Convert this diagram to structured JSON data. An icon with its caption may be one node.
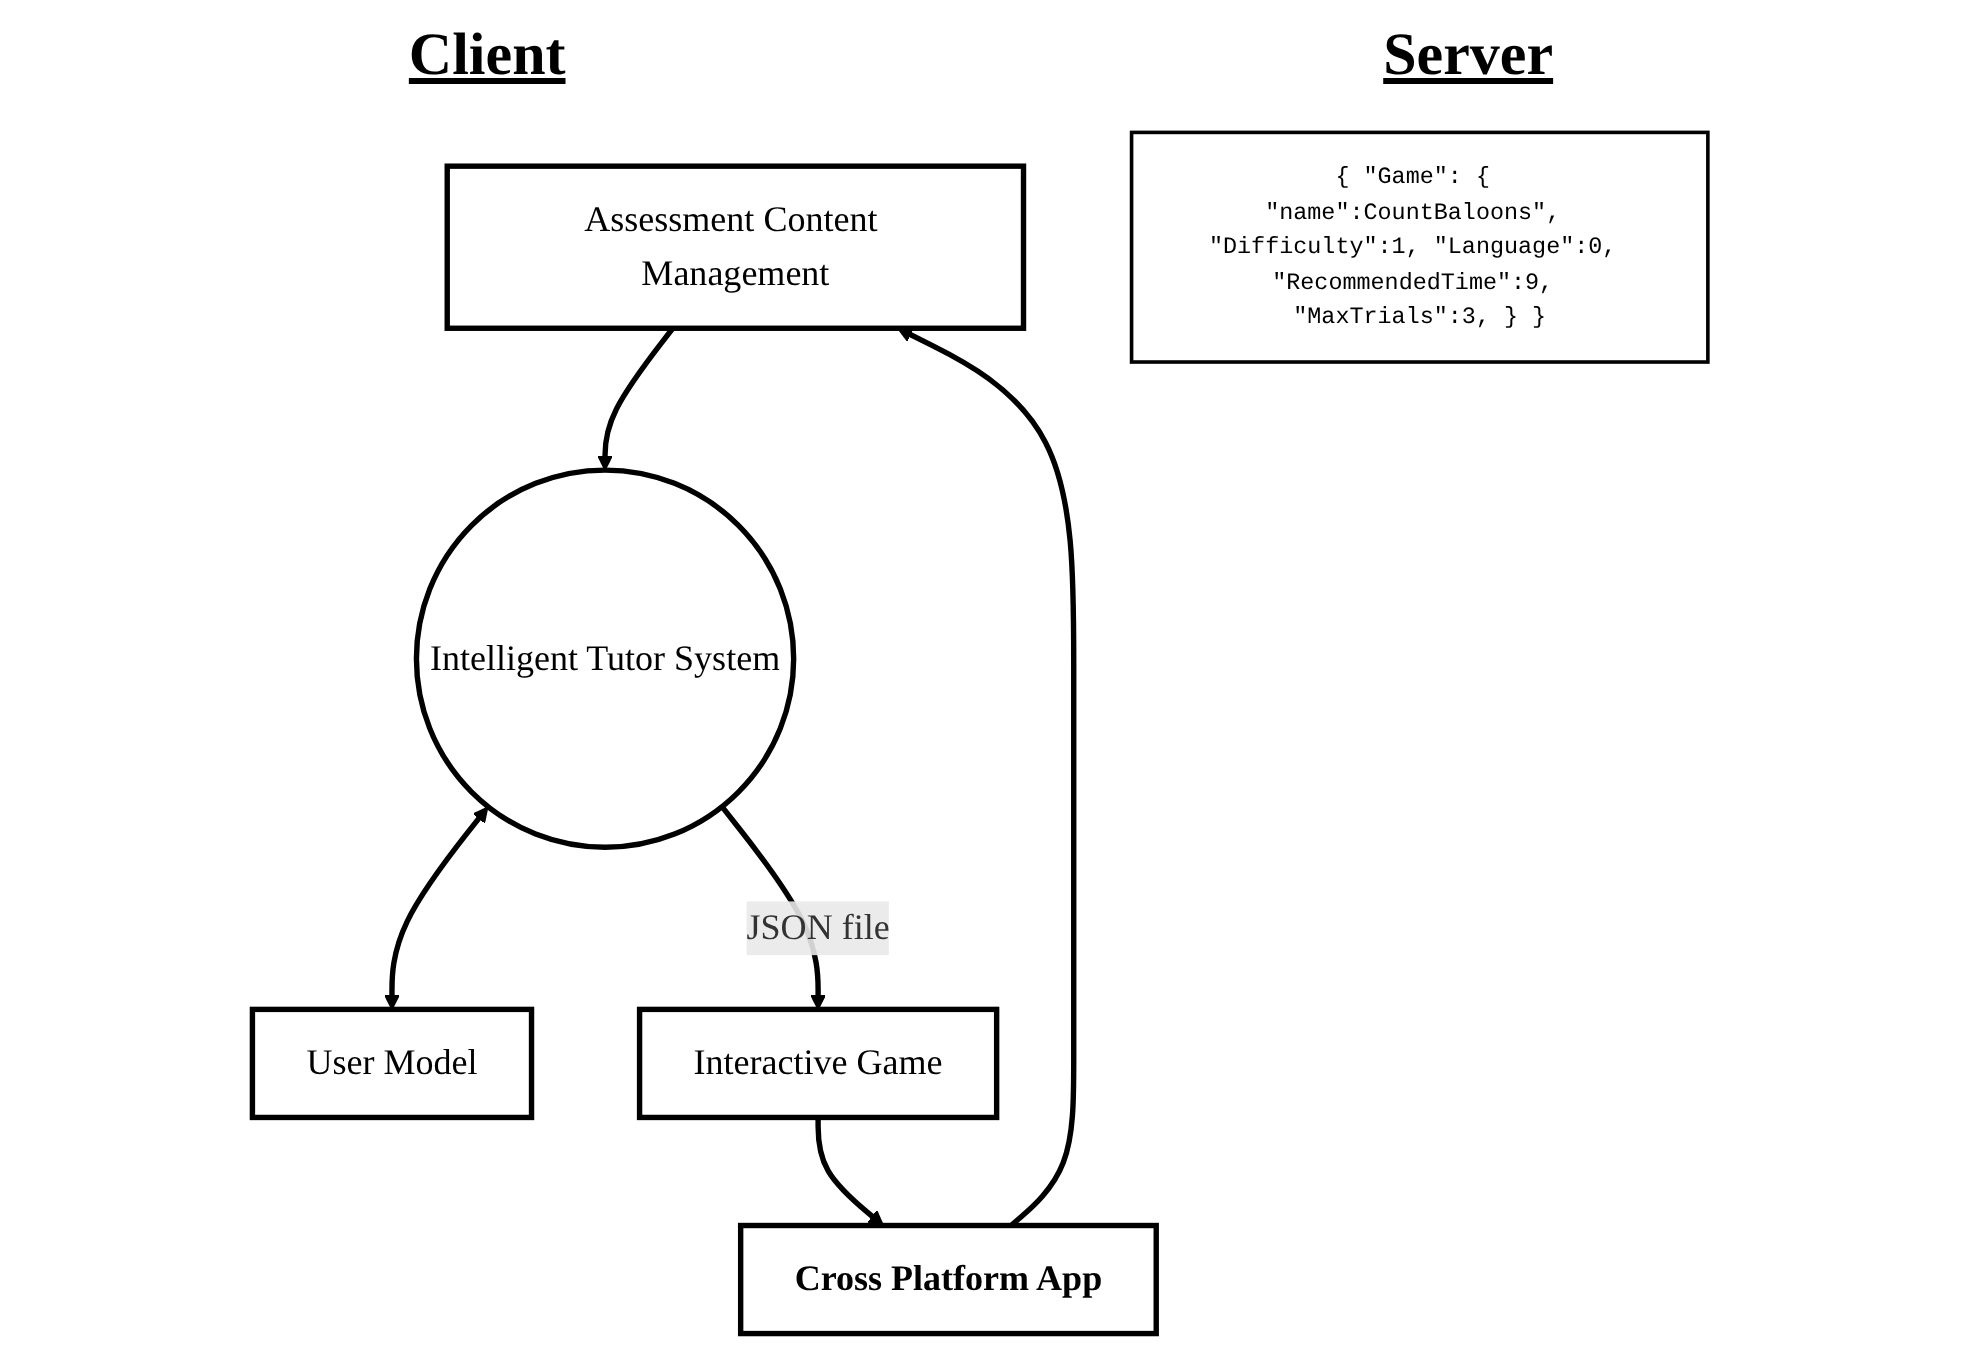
{
  "diagram": {
    "nodes": [
      {
        "text": [
          "Assessment Content Management"
        ]
      },
      {
        "text": [
          "Intelligent Tutor System"
        ]
      },
      {
        "text": [
          "User Model"
        ]
      },
      {
        "text": [
          "Cross Platform App"
        ]
      },
      {
        "text": [
          "{ \"Game\": { \"name\":CountBaloons\", \"Difficulty\":1, \"Language\":0, \"RecommendedTime\":9, \"MaxTrials\":3, } }"
        ]
      },
      {
        "text": [
          "Interactive Game"
        ]
      }
    ],
    "edges": [
      {
        "from": 3,
        "to": 0,
        "arrow": "to"
      },
      {
        "from": 0,
        "to": 1,
        "arrow": "to"
      },
      {
        "from": 1,
        "to": 2,
        "arrow": "both"
      },
      {
        "from": 1,
        "to": 5,
        "arrow": "to",
        "label": "JSON file"
      },
      {
        "from": 5,
        "to": 3,
        "arrow": "to"
      }
    ],
    "labels": [
      "Client",
      "Server"
    ]
  }
}
